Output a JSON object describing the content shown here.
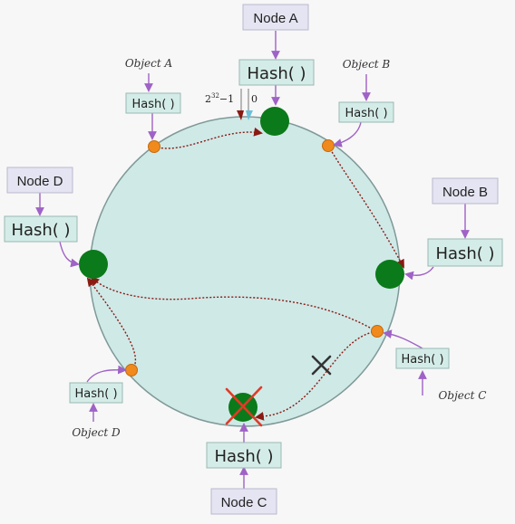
{
  "nodes": {
    "a": {
      "label": "Node A",
      "hash": "Hash( )"
    },
    "b": {
      "label": "Node B",
      "hash": "Hash( )"
    },
    "c": {
      "label": "Node C",
      "hash": "Hash( )"
    },
    "d": {
      "label": "Node D",
      "hash": "Hash( )"
    }
  },
  "objects": {
    "a": {
      "label": "Object A",
      "hash": "Hash( )"
    },
    "b": {
      "label": "Object B",
      "hash": "Hash( )"
    },
    "c": {
      "label": "Object C",
      "hash": "Hash( )"
    },
    "d": {
      "label": "Object D",
      "hash": "Hash( )"
    }
  },
  "ring": {
    "max_label_base": "2",
    "max_label_exp": "32",
    "max_label_suffix": "−1",
    "zero_label": "0"
  },
  "colors": {
    "ring_fill": "#cfe9e7",
    "ring_stroke": "#7f9998",
    "node_fill": "#0b7a1a",
    "object_fill": "#f08a1c",
    "box_fill": "#d4ece7",
    "label_box_fill": "#e4e4f2",
    "arrow_purple": "#9f62c6",
    "path_red": "#8a1a12",
    "failure_red": "#e23a26"
  },
  "icons": {
    "failed": "cross-icon",
    "removed_link": "x-mark-icon"
  }
}
